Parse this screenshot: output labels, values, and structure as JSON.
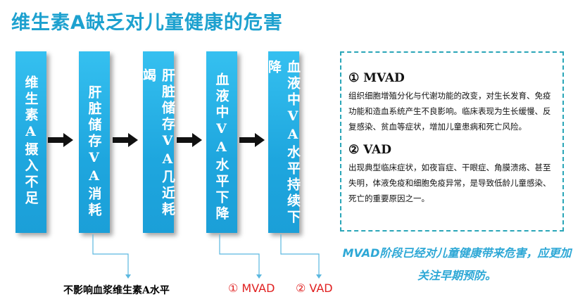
{
  "title": "维生素A缺乏对儿童健康的危害",
  "stages": [
    {
      "text": "维生素A摄入不足"
    },
    {
      "text": "肝脏储存VA消耗"
    },
    {
      "text": "肝脏储存VA几近耗竭"
    },
    {
      "text": "血液中VA水平下降"
    },
    {
      "text": "血液中VA水平持续下降"
    }
  ],
  "outcomes": [
    {
      "label": "不影响血浆维生素A水平",
      "color": "#000000"
    },
    {
      "label": "① MVAD",
      "color": "#e02020"
    },
    {
      "label": "② VAD",
      "color": "#e02020"
    }
  ],
  "panel": {
    "sections": [
      {
        "heading": "① MVAD",
        "body": "组织细胞增殖分化与代谢功能的改变，对生长发育、免疫功能和造血系统产生不良影响。临床表现为生长缓慢、反复感染、贫血等症状，增加儿童患病和死亡风险。"
      },
      {
        "heading": "② VAD",
        "body": "出现典型临床症状，如夜盲症、干眼症、角膜溃疡、甚至失明，体液免疫和细胞免疫异常，是导致低龄儿童感染、死亡的重要原因之一。"
      }
    ],
    "border_color": "#2aa6b8"
  },
  "note": "MVAD阶段已经对儿童健康带来危害，应更加关注早期预防。",
  "colors": {
    "title": "#1da1cf",
    "stage": "#1ea6de",
    "connector": "#5bb8e0",
    "note": "#2ea8d6"
  }
}
